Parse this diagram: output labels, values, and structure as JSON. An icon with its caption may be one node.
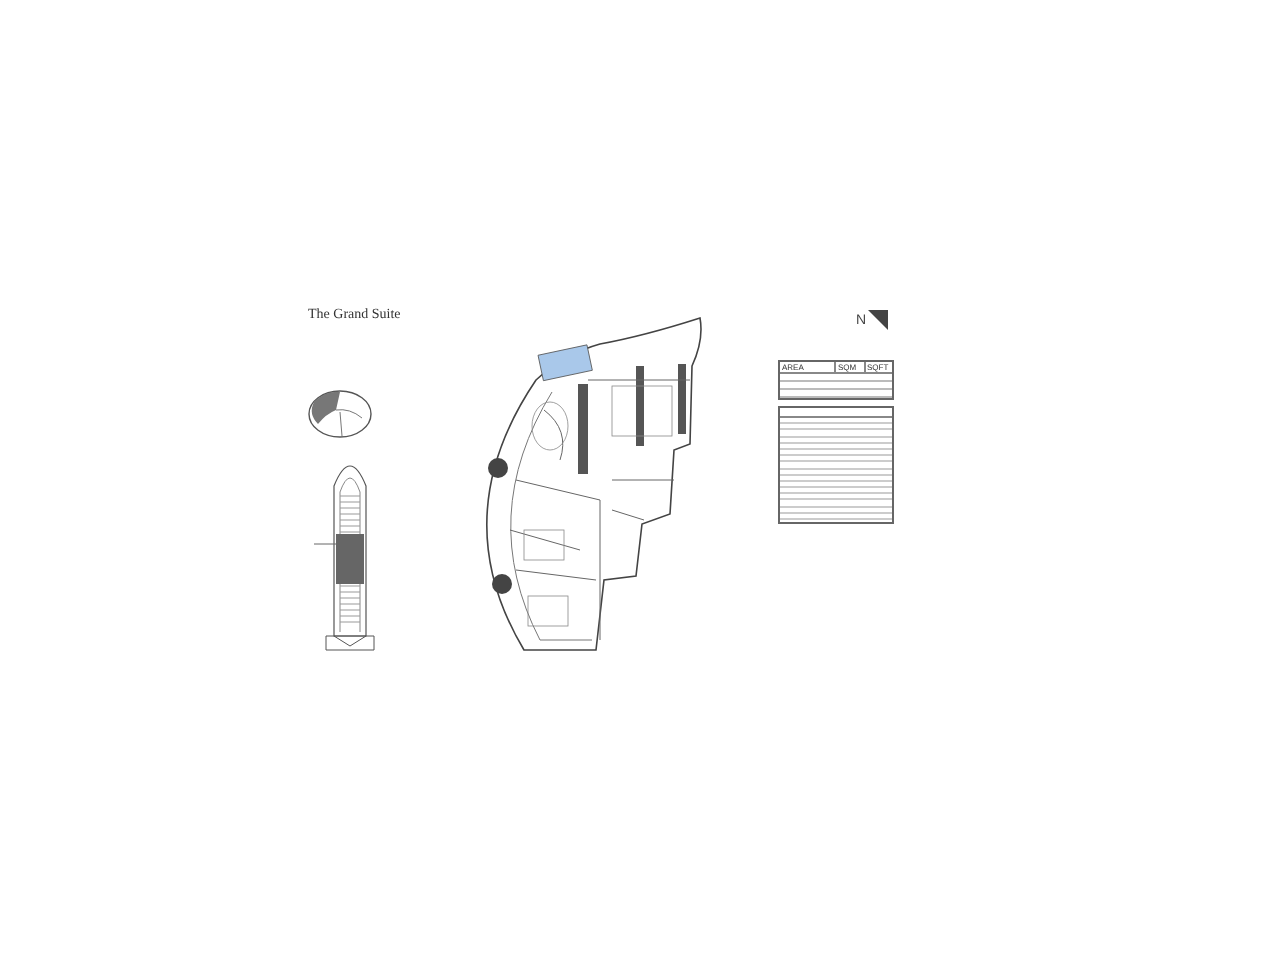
{
  "diagram": {
    "title": "The Grand Suite",
    "labels": [
      "N",
      "AREA",
      "SQM",
      "SQFT"
    ]
  }
}
